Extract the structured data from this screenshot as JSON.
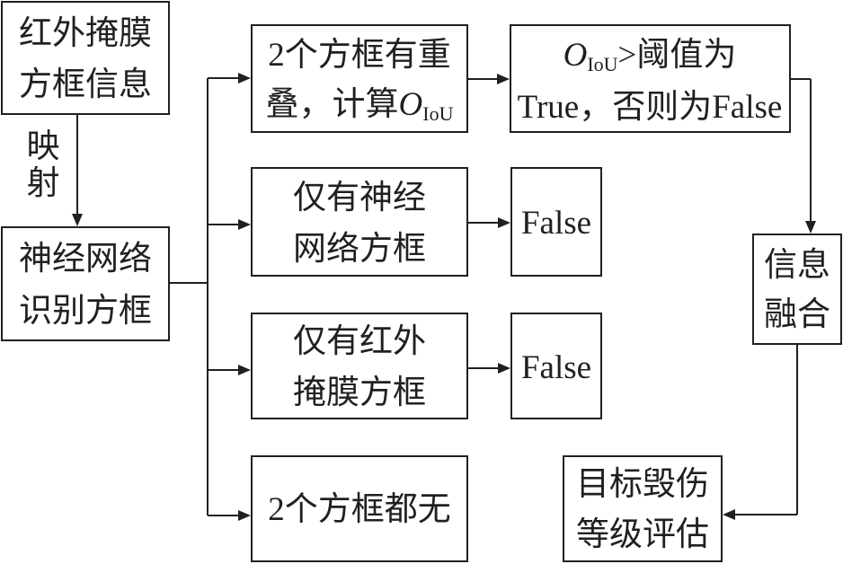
{
  "nodes": {
    "infrared_info": {
      "lines": [
        "红外掩膜",
        "方框信息"
      ]
    },
    "mapping_label": {
      "lines": [
        "映",
        "射"
      ]
    },
    "nn_boxes": {
      "lines": [
        "神经网络",
        "识别方框"
      ]
    },
    "overlap": {
      "line1": "2个方框有重",
      "line2_prefix": "叠，计算",
      "var": "O",
      "var_sub": "IoU"
    },
    "iou_rule": {
      "var": "O",
      "var_sub": "IoU",
      "line1_suffix": ">阈值为",
      "line2": "True，否则为False"
    },
    "only_nn": {
      "lines": [
        "仅有神经",
        "网络方框"
      ]
    },
    "only_nn_result": {
      "label": "False"
    },
    "only_ir": {
      "lines": [
        "仅有红外",
        "掩膜方框"
      ]
    },
    "only_ir_result": {
      "label": "False"
    },
    "none": {
      "label": "2个方框都无"
    },
    "fusion": {
      "lines": [
        "信息",
        "融合"
      ]
    },
    "damage_eval": {
      "lines": [
        "目标毁伤",
        "等级评估"
      ]
    }
  }
}
